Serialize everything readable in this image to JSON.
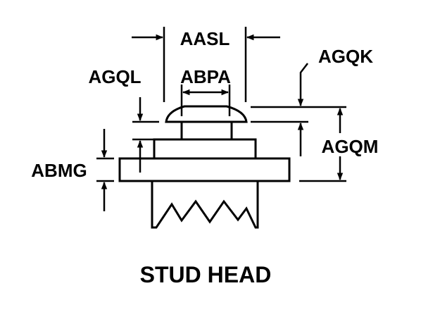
{
  "labels": {
    "aasl": "AASL",
    "agql": "AGQL",
    "abpa": "ABPA",
    "agqk": "AGQK",
    "agqm": "AGQM",
    "abmg": "ABMG"
  },
  "caption": "STUD HEAD"
}
